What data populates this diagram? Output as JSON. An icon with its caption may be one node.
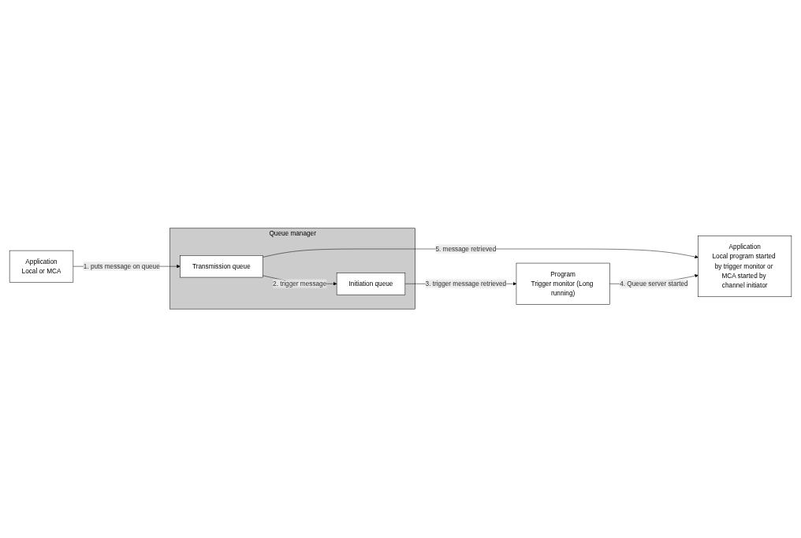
{
  "diagram": {
    "nodes": [
      {
        "text": [
          "Application",
          "Local or MCA"
        ]
      },
      {
        "text": [
          "Queue manager"
        ]
      },
      {
        "text": [
          "Transmission queue"
        ],
        "in": 1
      },
      {
        "text": [
          "Initiation queue"
        ],
        "in": 1
      },
      {
        "text": [
          "Application",
          "Local program started by trigger monitor or MCA started by channel initiator"
        ]
      },
      {
        "text": [
          "Program",
          "Trigger monitor (Long running)"
        ]
      }
    ],
    "edges": [
      {
        "from": 0,
        "to": 2,
        "arrow": "to",
        "label": "1. puts message on queue"
      },
      {
        "from": 2,
        "to": 3,
        "arrow": "to",
        "label": "2. trigger message"
      },
      {
        "from": 2,
        "to": 4,
        "arrow": "to",
        "label": "5. message retrieved"
      },
      {
        "from": 3,
        "to": 5,
        "arrow": "to",
        "label": "3. trigger message retrieved"
      },
      {
        "from": 5,
        "to": 4,
        "arrow": "to",
        "label": "4. Queue server started"
      }
    ]
  }
}
